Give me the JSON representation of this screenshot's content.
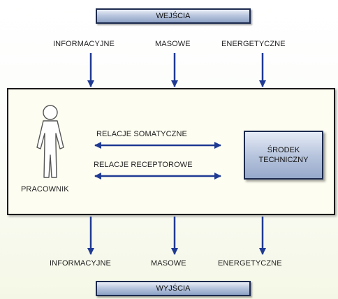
{
  "inputs_banner": "WEJŚCIA",
  "outputs_banner": "WYJŚCIA",
  "input_flows": [
    "INFORMACYJNE",
    "MASOWE",
    "ENERGETYCZNE"
  ],
  "output_flows": [
    "INFORMACYJNE",
    "MASOWE",
    "ENERGETYCZNE"
  ],
  "worker_label": "PRACOWNIK",
  "device_label": "ŚRODEK\nTECHNICZNY",
  "relations": [
    "RELACJE SOMATYCZNE",
    "RELACJE RECEPTOROWE"
  ],
  "colors": {
    "arrow": "#1f3a93",
    "banner_border": "#1c2a4e",
    "system_border": "#1a1a1a"
  }
}
